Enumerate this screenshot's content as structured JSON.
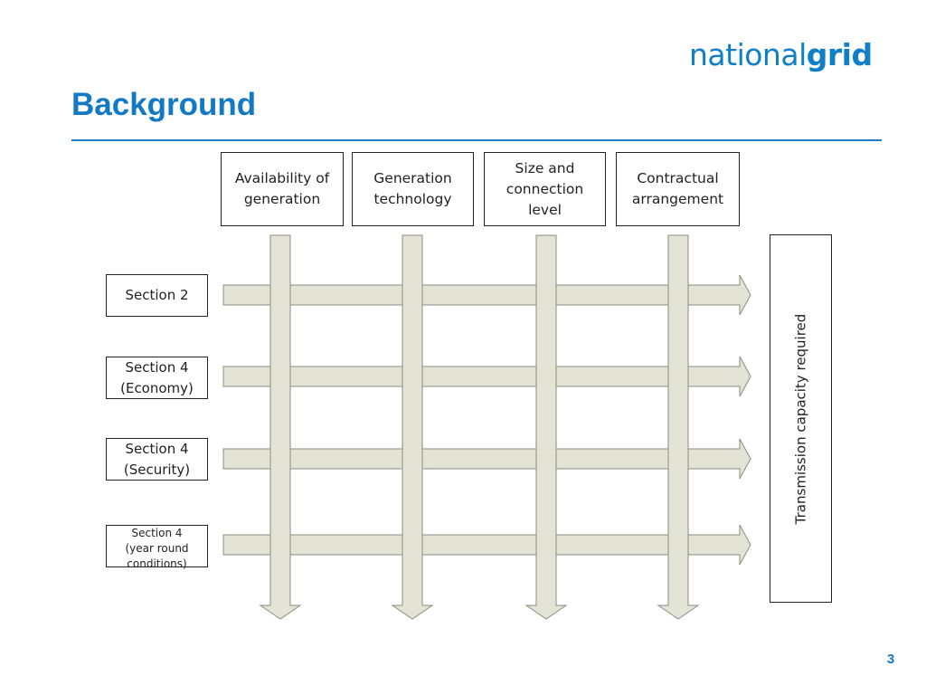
{
  "logo": {
    "light": "national",
    "bold": "grid"
  },
  "title": "Background",
  "columns": [
    {
      "label": "Availability of\ngeneration"
    },
    {
      "label": "Generation\ntechnology"
    },
    {
      "label": "Size and\nconnection\nlevel"
    },
    {
      "label": "Contractual\narrangement"
    }
  ],
  "sections": [
    {
      "label": "Section 2"
    },
    {
      "label": "Section 4\n(Economy)"
    },
    {
      "label": "Section 4\n(Security)"
    },
    {
      "label": "Section 4\n(year round\nconditions)"
    }
  ],
  "result": {
    "label": "Transmission capacity required"
  },
  "page_number": "3",
  "colors": {
    "brand_blue": "#1279c4",
    "arrow_fill": "#e3e4d5",
    "arrow_stroke": "#8c8c80",
    "box_border": "#222222"
  }
}
